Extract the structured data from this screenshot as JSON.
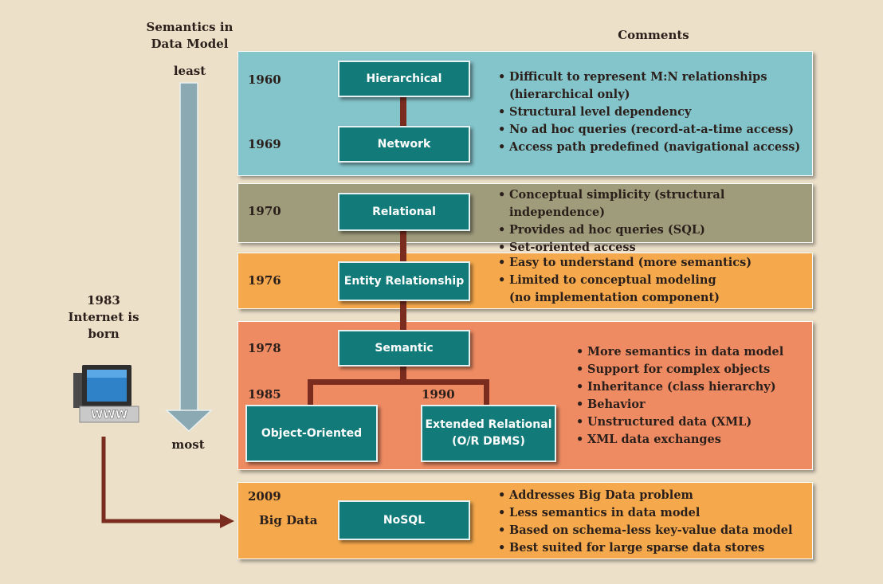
{
  "header": {
    "semantics_title": "Semantics in\nData Model",
    "comments_title": "Comments"
  },
  "axis": {
    "top_label": "least",
    "bottom_label": "most"
  },
  "internet": {
    "label": "1983\nInternet is\nborn",
    "icon": "computer-www-icon",
    "icon_text": "WWW"
  },
  "colors": {
    "background": "#ece0c9",
    "band_hierarchical": "#84c4cb",
    "band_relational": "#9f9c7c",
    "band_entity": "#f6a94c",
    "band_semantic": "#ef8b63",
    "band_nosql": "#f6a94c",
    "node": "#127b7a",
    "connector": "#7a2c1f",
    "arrow": "#8aa9b2"
  },
  "bands": [
    {
      "id": "hierarchical",
      "years": [
        "1960",
        "1969"
      ],
      "nodes": [
        "Hierarchical",
        "Network"
      ],
      "comments": [
        "Difficult to represent M:N relationships\n(hierarchical only)",
        "Structural level dependency",
        "No ad hoc queries (record-at-a-time access)",
        "Access path predefined (navigational access)"
      ]
    },
    {
      "id": "relational",
      "years": [
        "1970"
      ],
      "nodes": [
        "Relational"
      ],
      "comments": [
        "Conceptual simplicity (structural independence)",
        "Provides ad hoc queries (SQL)",
        "Set-oriented access"
      ]
    },
    {
      "id": "entity",
      "years": [
        "1976"
      ],
      "nodes": [
        "Entity Relationship"
      ],
      "comments": [
        "Easy to understand (more semantics)",
        "Limited to conceptual modeling\n(no implementation component)"
      ]
    },
    {
      "id": "semantic",
      "years": [
        "1978",
        "1985",
        "1990"
      ],
      "nodes": [
        "Semantic",
        "Object-Oriented",
        "Extended Relational\n(O/R DBMS)"
      ],
      "comments": [
        "More semantics in data model",
        "Support for complex objects",
        "Inheritance (class hierarchy)",
        "Behavior",
        "Unstructured data (XML)",
        "XML data exchanges"
      ]
    },
    {
      "id": "nosql",
      "years": [
        "2009"
      ],
      "sublabel": "Big Data",
      "nodes": [
        "NoSQL"
      ],
      "comments": [
        "Addresses Big Data problem",
        "Less semantics in data model",
        "Based on schema-less key-value data model",
        "Best suited for large sparse data stores"
      ]
    }
  ]
}
